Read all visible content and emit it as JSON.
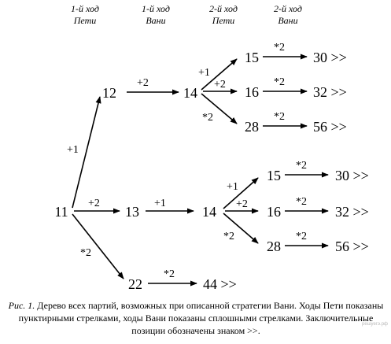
{
  "headers": [
    {
      "line1": "1-й ход",
      "line2": "Пети"
    },
    {
      "line1": "1-й ход",
      "line2": "Вани"
    },
    {
      "line1": "2-й ход",
      "line2": "Пети"
    },
    {
      "line1": "2-й ход",
      "line2": "Вани"
    }
  ],
  "nodes": {
    "n11": "11",
    "n12": "12",
    "n13": "13",
    "n22": "22",
    "n14a": "14",
    "n14b": "14",
    "n15a": "15",
    "n16a": "16",
    "n28a": "28",
    "n15b": "15",
    "n16b": "16",
    "n28b": "28",
    "r30a": "30 >>",
    "r32a": "32 >>",
    "r56a": "56 >>",
    "r30b": "30 >>",
    "r32b": "32 >>",
    "r56b": "56 >>",
    "r44": "44 >>"
  },
  "ops": {
    "plus1": "+1",
    "plus2": "+2",
    "times2": "*2"
  },
  "caption": {
    "fig_label": "Рис. 1.",
    "text": " Дерево всех партий, возможных при описанной стратегии Вани. Ходы Пети показаны пунктирными стрелками, ходы Вани показаны сплошными стрелками. Заключительные позиции обозначены знаком >>."
  },
  "watermark": "решуегэ.рф"
}
